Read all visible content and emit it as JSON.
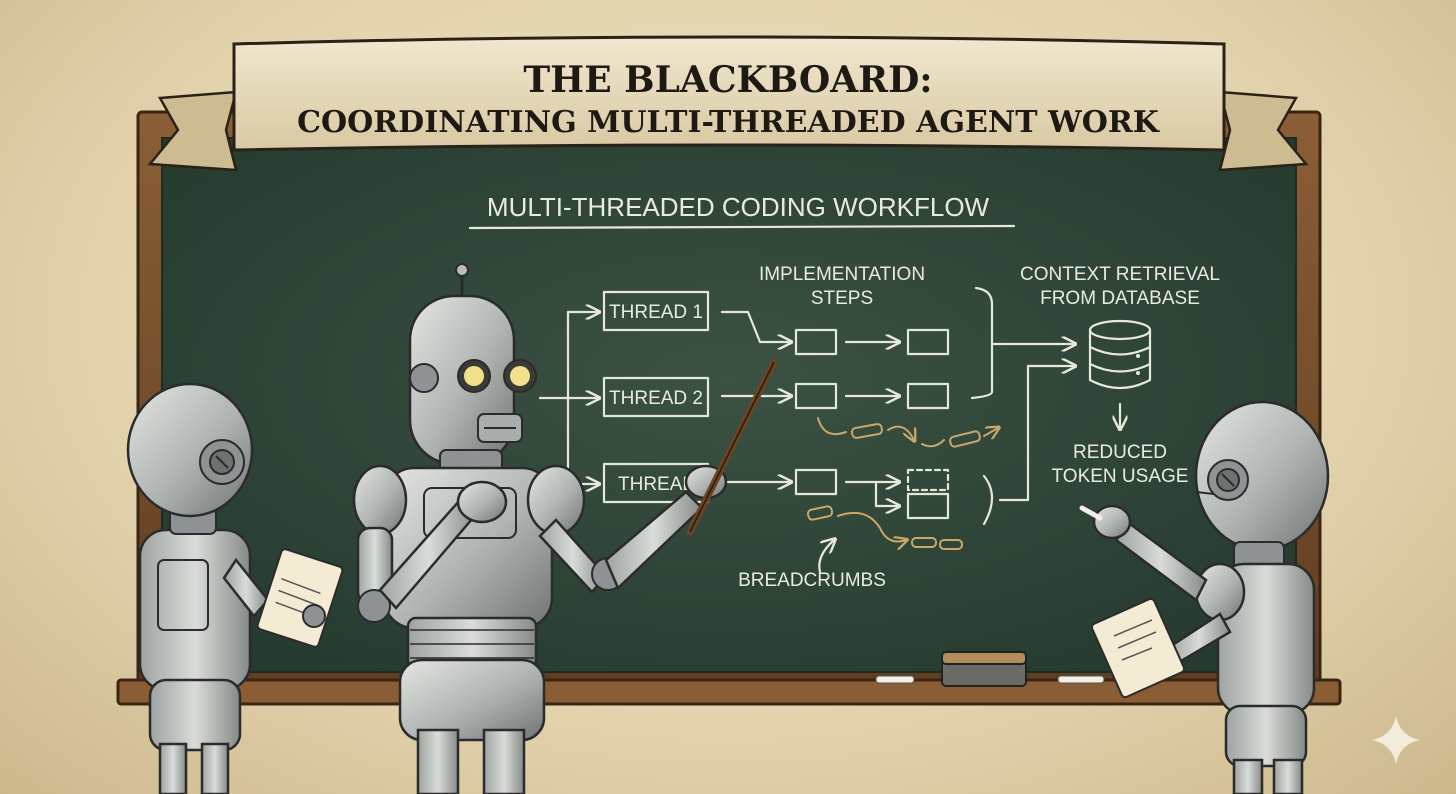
{
  "banner": {
    "title_line1": "THE BLACKBOARD:",
    "title_line2": "COORDINATING MULTI-THREADED AGENT WORK"
  },
  "board": {
    "heading": "MULTI-THREADED CODING WORKFLOW",
    "threads": [
      "THREAD 1",
      "THREAD 2",
      "THREAD"
    ],
    "implementation_label_line1": "IMPLEMENTATION",
    "implementation_label_line2": "STEPS",
    "context_label_line1": "CONTEXT RETRIEVAL",
    "context_label_line2": "FROM DATABASE",
    "reduced_label_line1": "REDUCED",
    "reduced_label_line2": "TOKEN USAGE",
    "breadcrumbs_label": "BREADCRUMBS"
  },
  "colors": {
    "chalkboard": "#2f4438",
    "frame": "#7a5230",
    "chalk": "#e9ecdc",
    "banner": "#e8dcc0",
    "parchment": "#e6d7b3"
  }
}
